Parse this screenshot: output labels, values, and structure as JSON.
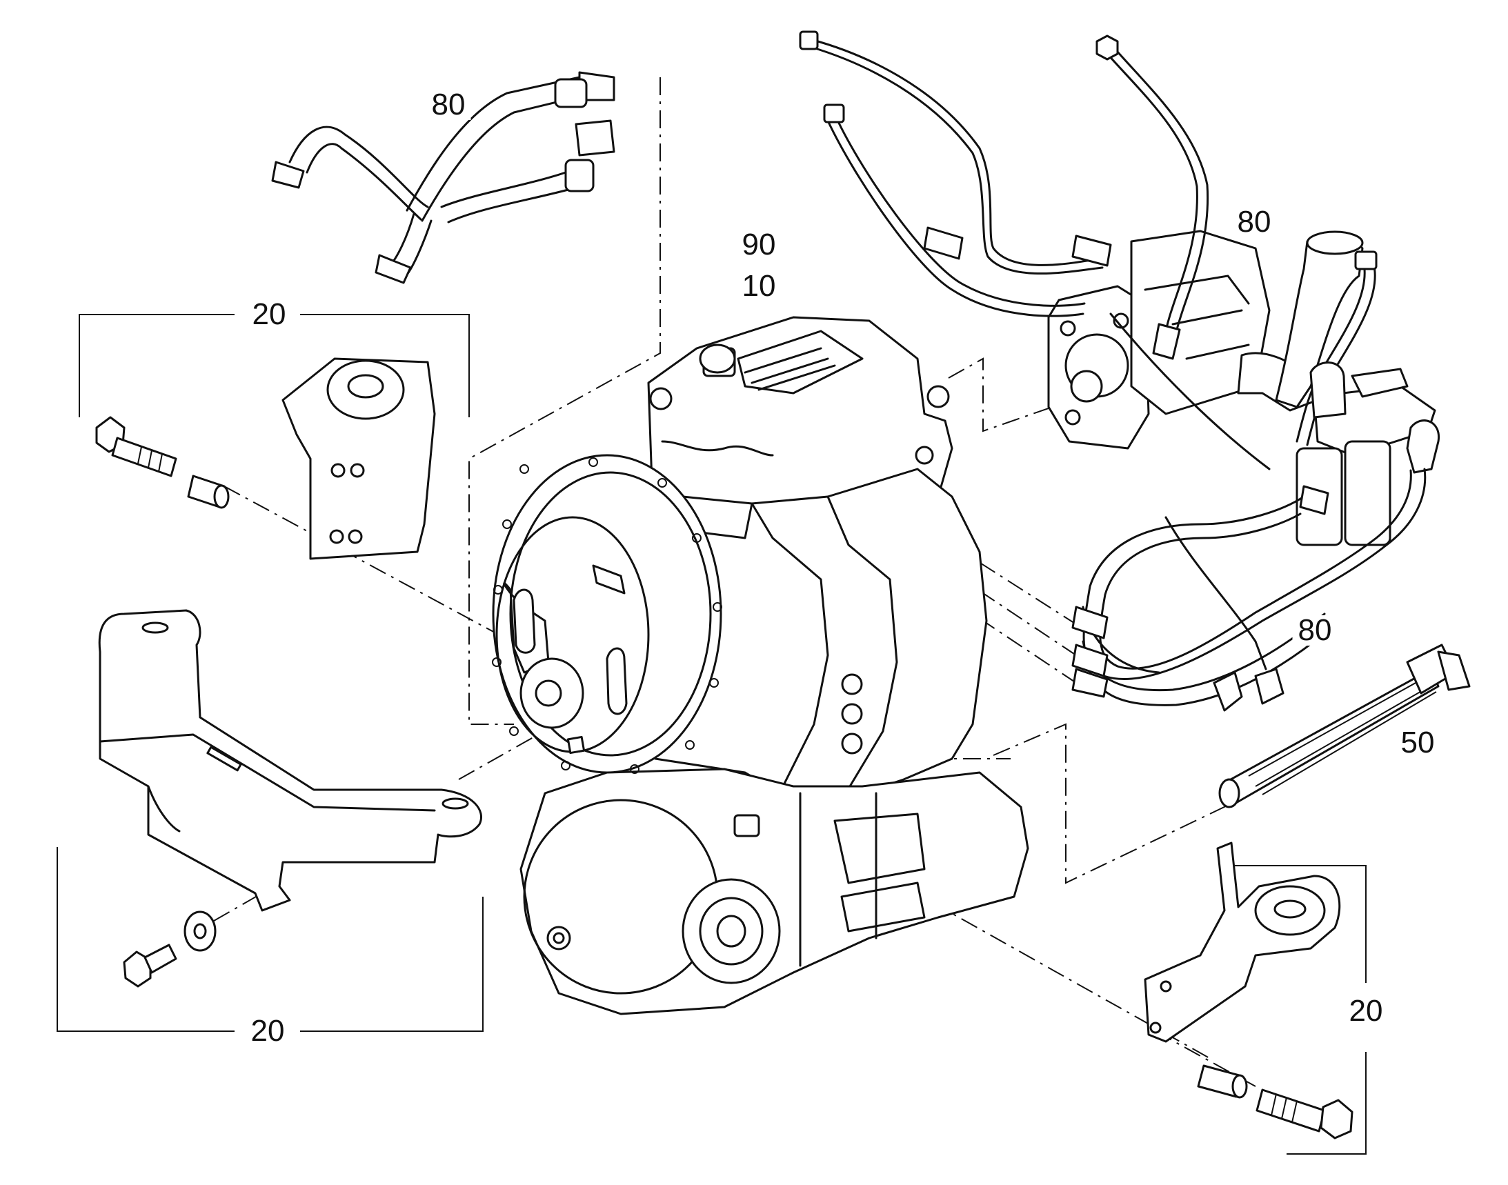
{
  "callouts": {
    "hose_upper_left": "80",
    "hose_upper_right": "80",
    "hose_right": "80",
    "part_90": "90",
    "part_10": "10",
    "mount_upper_left": "20",
    "mount_lower_left": "20",
    "mount_right": "20",
    "filter_50": "50"
  }
}
